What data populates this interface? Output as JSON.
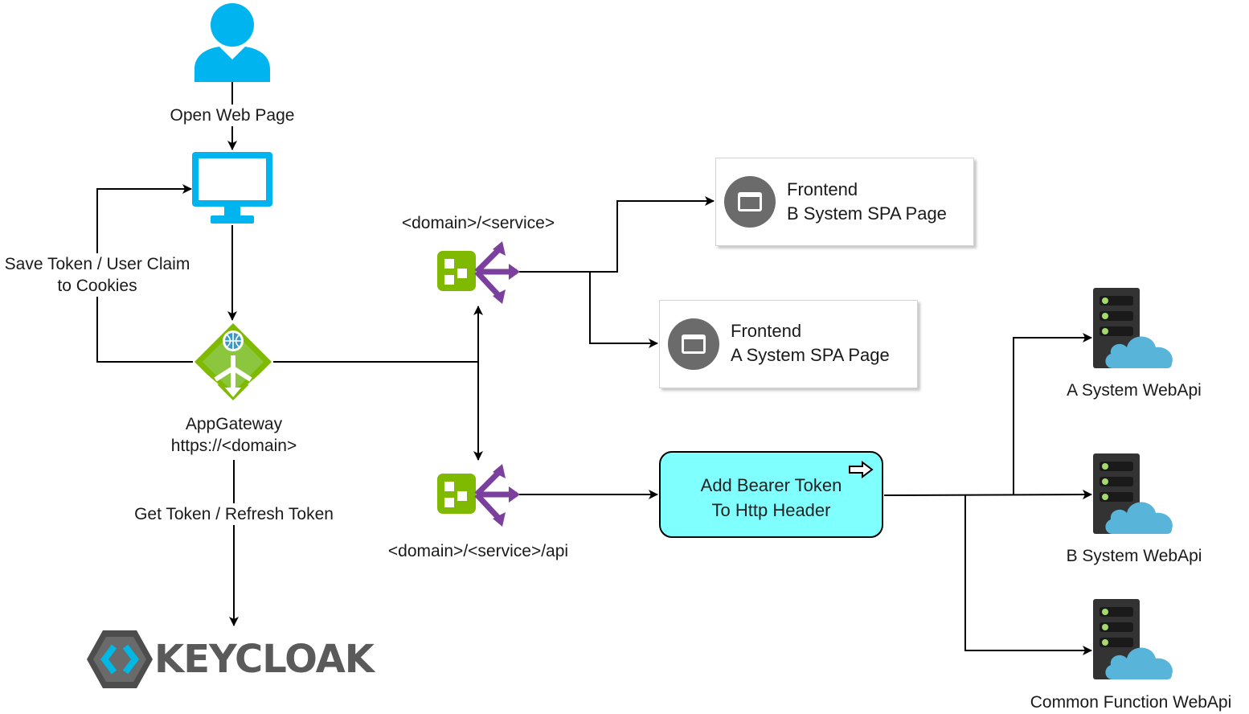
{
  "labels": {
    "open_web_page": "Open Web Page",
    "save_token_line1": "Save Token / User Claim",
    "save_token_line2": "to Cookies",
    "appgateway_line1": "AppGateway",
    "appgateway_line2": "https://<domain>",
    "get_token": "Get Token / Refresh Token",
    "route_service": "<domain>/<service>",
    "route_service_api": "<domain>/<service>/api"
  },
  "boxes": {
    "frontend_b": {
      "line1": "Frontend",
      "line2": "B System SPA Page"
    },
    "frontend_a": {
      "line1": "Frontend",
      "line2": "A System SPA Page"
    },
    "bearer": {
      "line1": "Add Bearer Token",
      "line2": "To Http Header"
    }
  },
  "apis": {
    "a": "A System WebApi",
    "b": "B System WebApi",
    "common": "Common Function WebApi"
  },
  "logo": {
    "text": "KEYCLOAK"
  },
  "colors": {
    "user": "#00b4ef",
    "monitor": "#00b4ef",
    "gateway": "#7fba00",
    "routing_green": "#7fba00",
    "routing_purple": "#7b3f9e",
    "bearer_fill": "#80ffff",
    "frontend_icon": "#6b6b6b",
    "server": "#333333",
    "server_leds": "#a6d86e",
    "cloud": "#59b4d9",
    "keycloak_gray": "#4d4d4d",
    "keycloak_blue": "#00b8e3"
  },
  "icons": [
    "user-icon",
    "monitor-icon",
    "app-gateway-icon",
    "traffic-routing-icon",
    "browser-window-icon",
    "server-cloud-icon",
    "keycloak-logo",
    "arrow-right-icon"
  ]
}
